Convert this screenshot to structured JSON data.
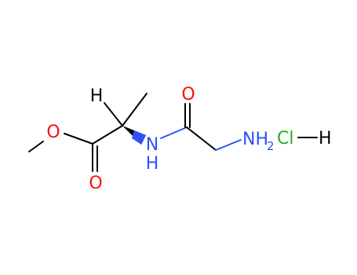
{
  "colors": {
    "carbon": "#000000",
    "oxygen": "#ff0d0d",
    "nitrogen": "#3050f8",
    "chlorine": "#1fb01f",
    "bond": "#000000",
    "hydrogen": "#000000"
  },
  "atoms": {
    "ester_o": "O",
    "carbonyl_o_ester": "O",
    "chiral_h": "H",
    "amide_n": "N",
    "amide_h": "H",
    "carbonyl_o_amide": "O",
    "amine_n": "NH",
    "amine_sub": "2",
    "cl": "Cl",
    "hcl_h": "H"
  }
}
